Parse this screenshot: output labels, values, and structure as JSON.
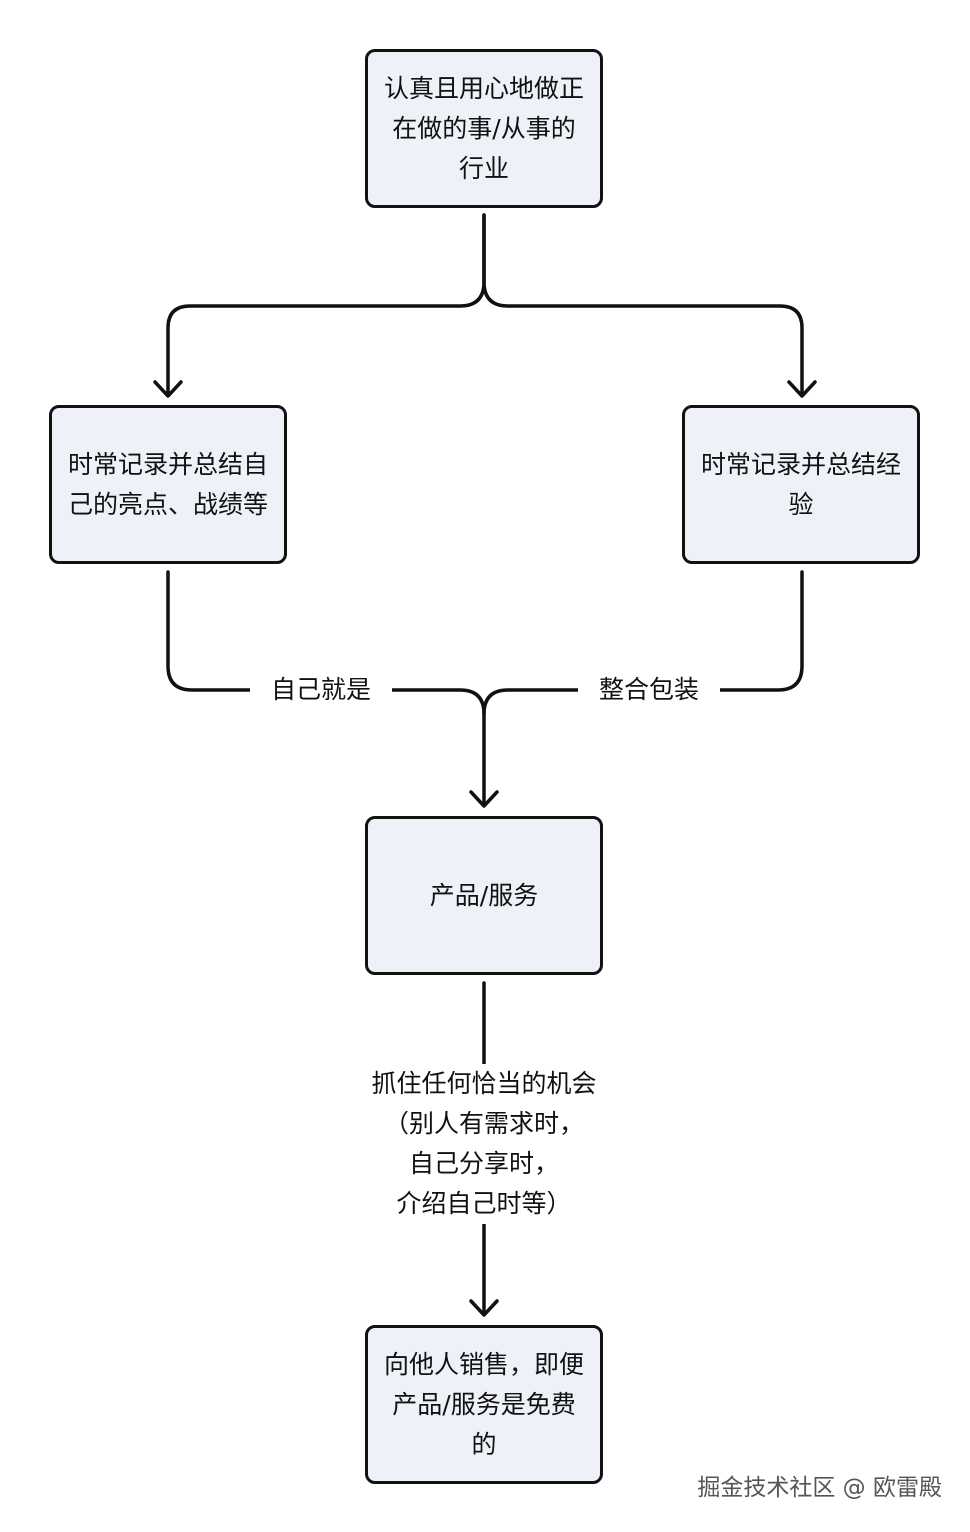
{
  "diagram": {
    "nodes": {
      "top": "认真且用心地做正在做的事/从事的行业",
      "left": "时常记录并总结自己的亮点、战绩等",
      "right": "时常记录并总结经验",
      "middle": "产品/服务",
      "bottom": "向他人销售，即便产品/服务是免费的"
    },
    "edge_labels": {
      "left_merge": "自己就是",
      "right_merge": "整合包装",
      "opportunity": [
        "抓住任何恰当的机会",
        "（别人有需求时，",
        "自己分享时，",
        "介绍自己时等）"
      ]
    }
  },
  "watermark": "掘金技术社区 @ 欧雷殿"
}
